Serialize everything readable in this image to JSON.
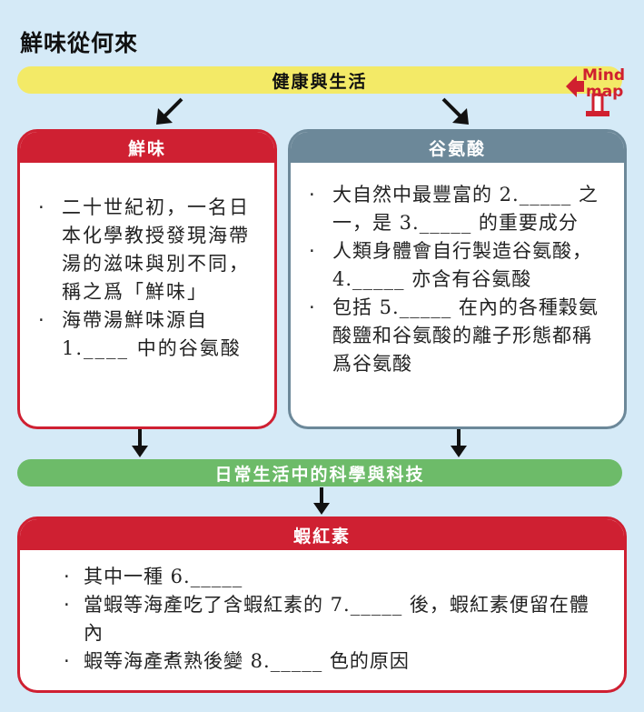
{
  "title": "鮮味從何來",
  "top_bar": "健康與生活",
  "badge": {
    "line1": "Mind",
    "line2": "map",
    "icon": "mind-map-signpost-icon"
  },
  "left_panel": {
    "header": "鮮味",
    "items": [
      "二十世紀初，一名日本化學教授發現海帶湯的滋味與別不同，稱之爲「鮮味」",
      "海帶湯鮮味源自 1.____ 中的谷氨酸"
    ]
  },
  "right_panel": {
    "header": "谷氨酸",
    "items": [
      "大自然中最豐富的 2._____ 之一，是 3._____ 的重要成分",
      "人類身體會自行製造谷氨酸，4._____ 亦含有谷氨酸",
      "包括 5._____ 在內的各種穀氨酸鹽和谷氨酸的離子形態都稱爲谷氨酸"
    ]
  },
  "middle_bar": "日常生活中的科學與科技",
  "bottom_panel": {
    "header": "蝦紅素",
    "items": [
      "其中一種 6._____",
      "當蝦等海產吃了含蝦紅素的 7._____ 後，蝦紅素便留在體內",
      "蝦等海產煮熟後變 8._____ 色的原因"
    ]
  },
  "bullet_symbol": "·",
  "colors": {
    "background": "#d5eaf7",
    "yellow_bar": "#f3ea67",
    "green_bar": "#6dbb69",
    "red": "#cf2032",
    "slate": "#6c8899",
    "badge_red": "#d0202f"
  }
}
